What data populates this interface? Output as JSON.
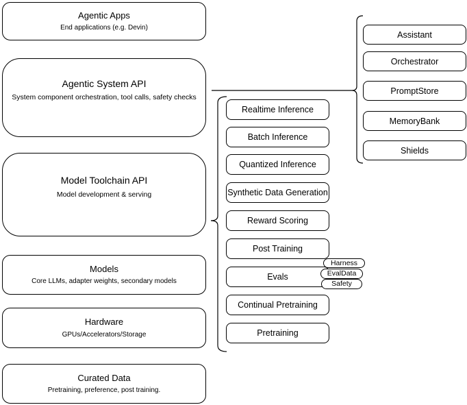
{
  "diagram": {
    "left_column": [
      {
        "title": "Agentic Apps",
        "subtitle": "End applications (e.g. Devin)"
      },
      {
        "title": "Agentic System API",
        "subtitle": "System component orchestration, tool calls, safety checks"
      },
      {
        "title": "Model Toolchain API",
        "subtitle": "Model development & serving"
      },
      {
        "title": "Models",
        "subtitle": "Core LLMs, adapter weights, secondary models"
      },
      {
        "title": "Hardware",
        "subtitle": "GPUs/Accelerators/Storage"
      },
      {
        "title": "Curated Data",
        "subtitle": "Pretraining, preference, post training."
      }
    ],
    "toolchain_items": [
      "Realtime Inference",
      "Batch Inference",
      "Quantized Inference",
      "Synthetic Data Generation",
      "Reward Scoring",
      "Post Training",
      "Evals",
      "Continual Pretraining",
      "Pretraining"
    ],
    "eval_tags": [
      "Harness",
      "EvalData",
      "Safety"
    ],
    "system_components": [
      "Assistant",
      "Orchestrator",
      "PromptStore",
      "MemoryBank",
      "Shields"
    ],
    "colors": {
      "border": "#000000",
      "background": "#ffffff",
      "text": "#000000"
    }
  }
}
